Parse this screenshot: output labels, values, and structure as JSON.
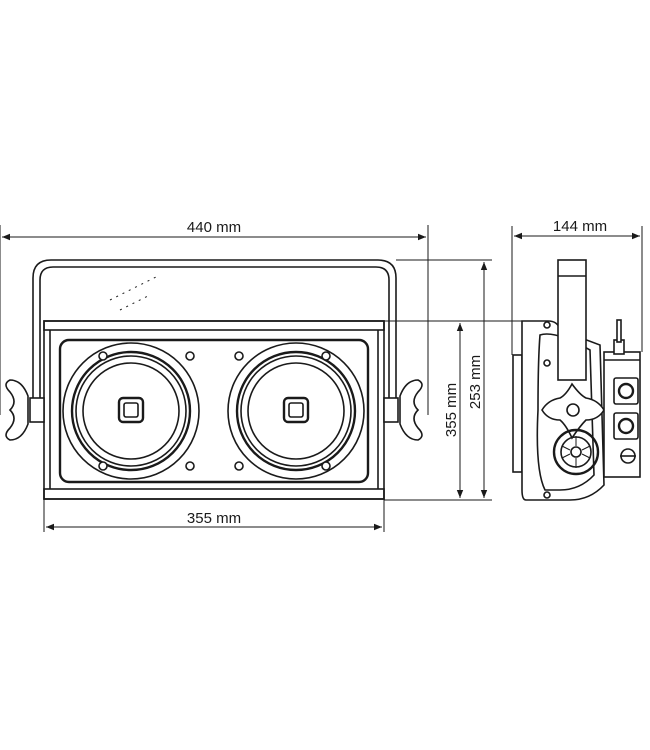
{
  "dimensions": {
    "total_width": "440 mm",
    "front_width": "355 mm",
    "front_height": "355 mm",
    "body_height": "253 mm",
    "depth": "144 mm"
  },
  "colors": {
    "line": "#1a1a1a",
    "background": "#ffffff"
  }
}
